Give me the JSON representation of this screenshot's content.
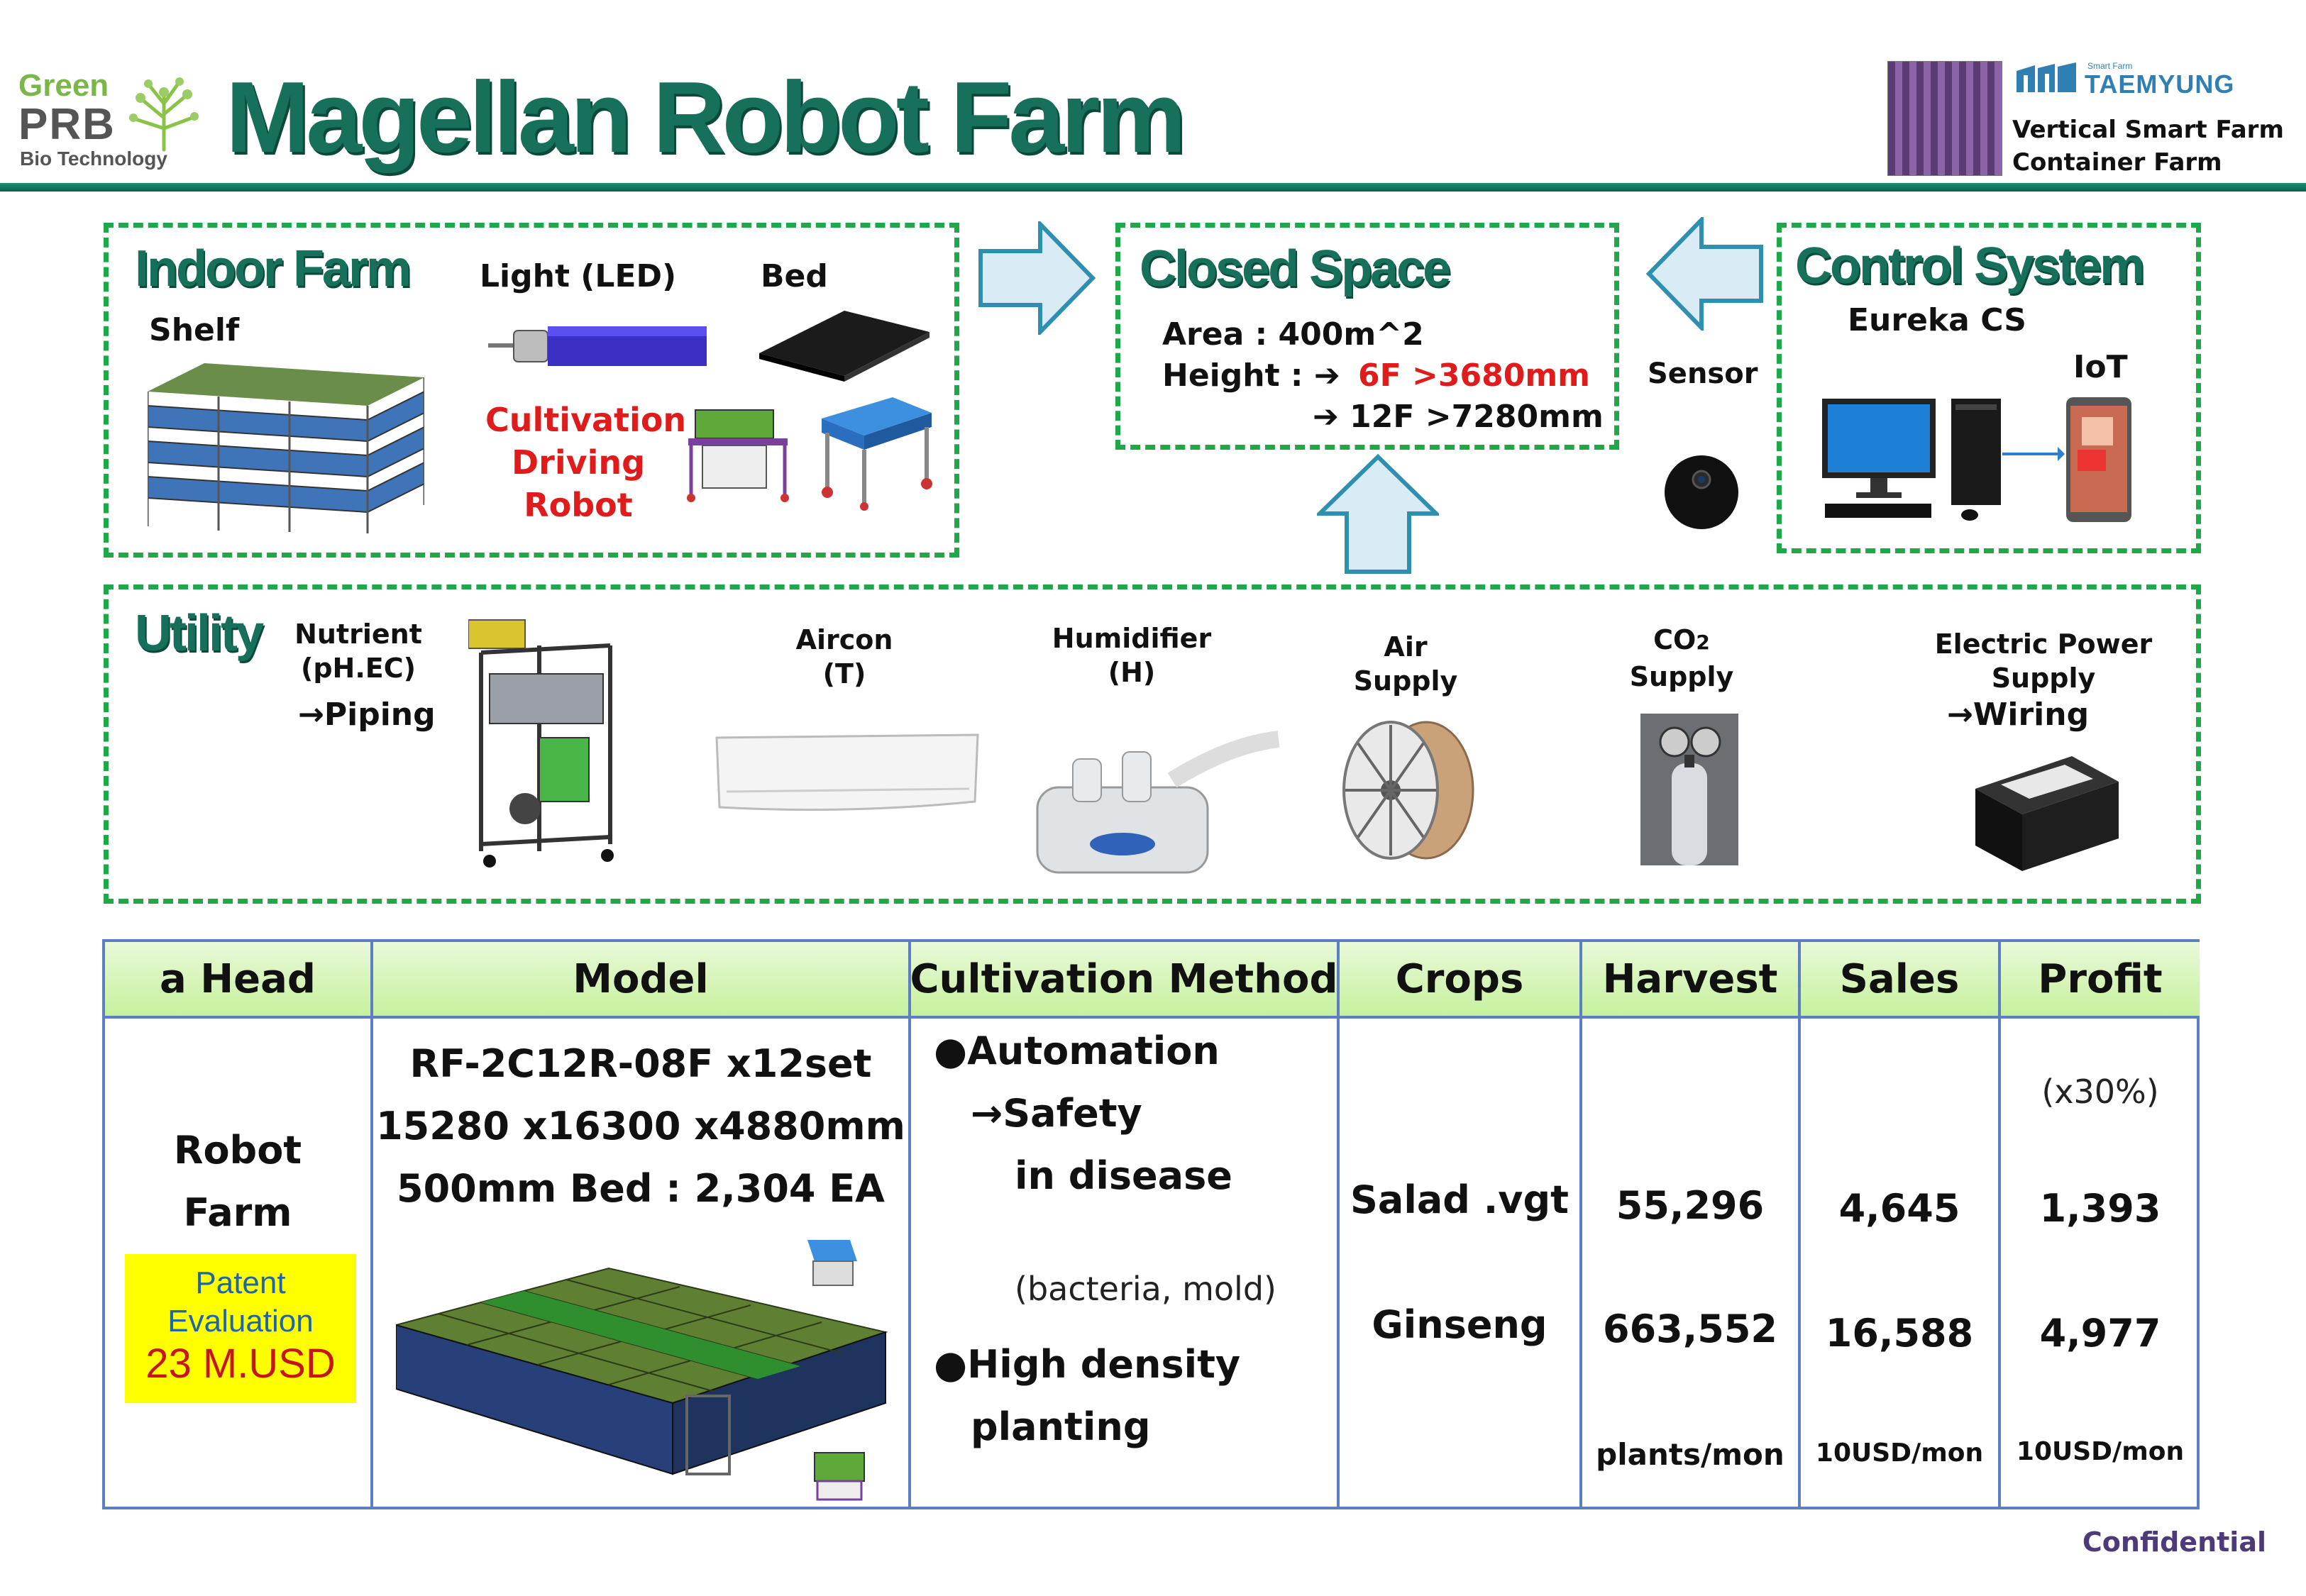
{
  "header": {
    "logo_green": "Green",
    "logo_prb": "PRB",
    "logo_bio": "Bio Technology",
    "title": "Magellan Robot Farm",
    "partner_small": "Smart Farm",
    "partner_name": "TAEMYUNG",
    "partner_sub_1": "Vertical Smart Farm",
    "partner_sub_2": "Container Farm"
  },
  "indoor_farm": {
    "title": "Indoor Farm",
    "shelf": "Shelf",
    "light": "Light (LED)",
    "bed": "Bed",
    "robot_1": "Cultivation",
    "robot_2": "Driving",
    "robot_3": "Robot"
  },
  "closed_space": {
    "title": "Closed Space",
    "area": "Area : 400m^2",
    "height_label": "Height : ➔",
    "height_6f": "6F  >3680mm",
    "height_12f": "➔ 12F  >7280mm"
  },
  "sensor": {
    "label": "Sensor"
  },
  "control_system": {
    "title": "Control System",
    "eureka": "Eureka CS",
    "iot": "IoT"
  },
  "utility": {
    "title": "Utility",
    "nutrient_1": "Nutrient",
    "nutrient_2": "(pH.EC)",
    "piping": "→Piping",
    "aircon_1": "Aircon",
    "aircon_2": "(T)",
    "humid_1": "Humidifier",
    "humid_2": "(H)",
    "air_1": "Air",
    "air_2": "Supply",
    "co2_1": "CO",
    "co2_sub": "2",
    "co2_2": "Supply",
    "power_1": "Electric Power",
    "power_2": "Supply",
    "wiring": "→Wiring"
  },
  "table": {
    "headers": [
      "a Head",
      "Model",
      "Cultivation Method",
      "Crops",
      "Harvest",
      "Sales",
      "Profit"
    ],
    "head_1": "Robot",
    "head_2": "Farm",
    "patent_1": "Patent",
    "patent_2": "Evaluation",
    "patent_3": "23 M.USD",
    "model_1": "RF-2C12R-08F x12set",
    "model_2": "15280 x16300 x4880mm",
    "model_3": "500mm Bed : 2,304 EA",
    "method_1": "●Automation",
    "method_2": "→Safety",
    "method_3": "in disease",
    "method_4": "(bacteria, mold)",
    "method_5": "●High density",
    "method_6": "planting",
    "crop_1": "Salad .vgt",
    "crop_2": "Ginseng",
    "harvest_1": "55,296",
    "harvest_2": "663,552",
    "harvest_unit": "plants/mon",
    "sales_1": "4,645",
    "sales_2": "16,588",
    "sales_unit": "10USD/mon",
    "profit_note": "(x30%)",
    "profit_1": "1,393",
    "profit_2": "4,977",
    "profit_unit": "10USD/mon"
  },
  "footer": {
    "confidential": "Confidential"
  },
  "colors": {
    "brand_green": "#17705a",
    "dash_green": "#1fa84a",
    "table_blue": "#5b7fc0",
    "highlight_red": "#e01b1b",
    "patent_yellow": "#ffff00"
  }
}
